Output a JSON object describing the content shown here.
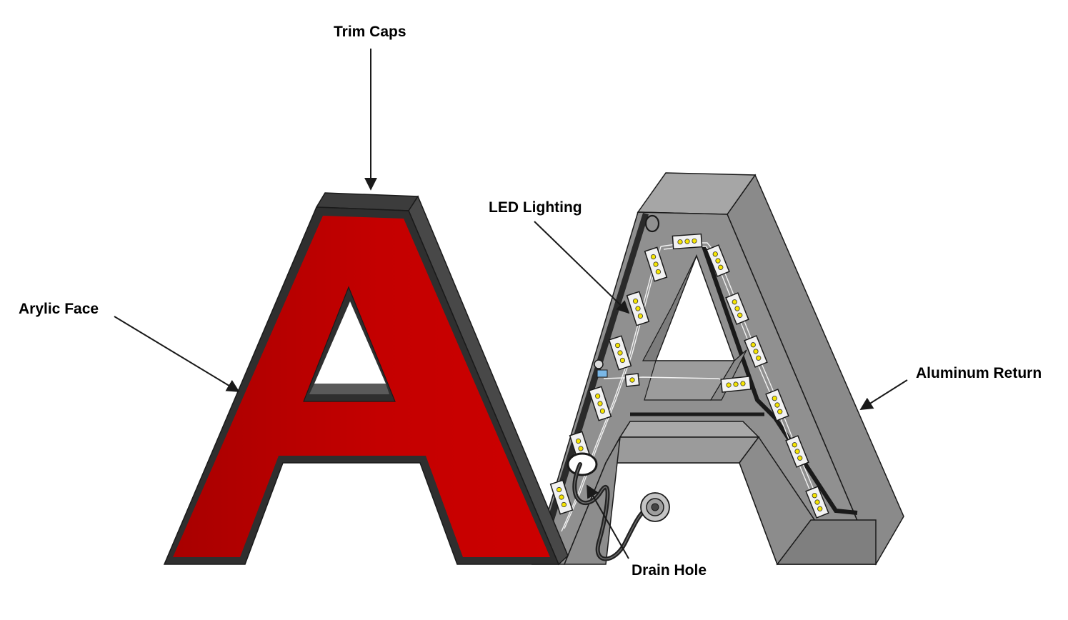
{
  "labels": {
    "trim_caps": "Trim Caps",
    "led_lighting": "LED Lighting",
    "acrylic_face": "Arylic Face",
    "aluminum_return": "Aluminum Return",
    "drain_hole": "Drain Hole"
  },
  "colors": {
    "face_red": "#c80000",
    "face_red_dark": "#b00000",
    "trim_dark": "#3c3c3c",
    "trim_black": "#2a2a2a",
    "return_gray": "#8f8f8f",
    "return_light": "#9e9e9e",
    "return_dark": "#7a7a7a",
    "led_module": "#f2f2f2",
    "led_diode": "#f5e400",
    "wire": "#222222"
  }
}
